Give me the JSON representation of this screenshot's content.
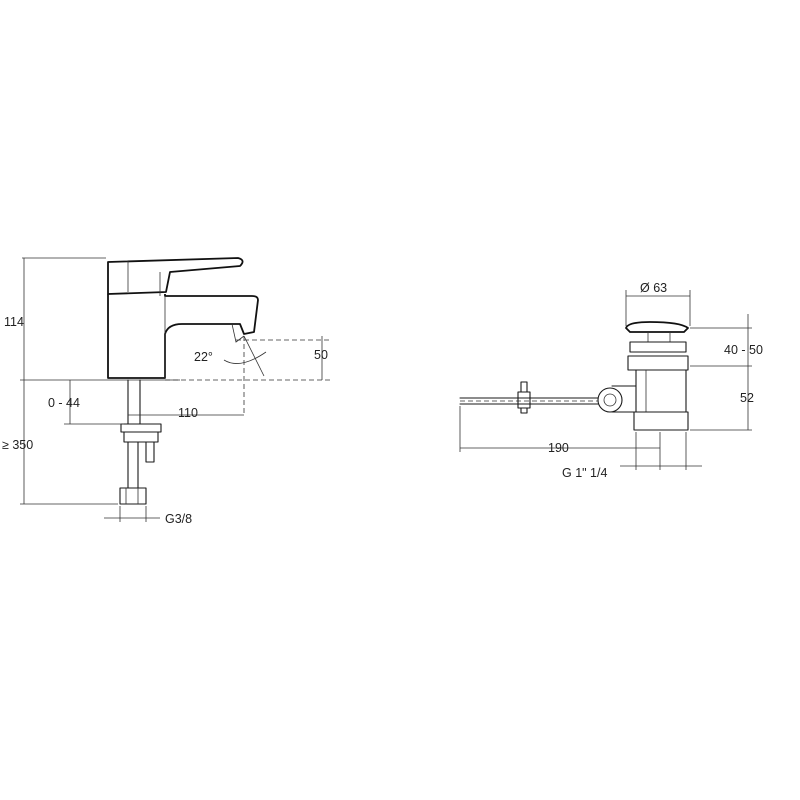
{
  "faucet": {
    "dimensions": {
      "height_total": "114",
      "spout_drop": "50",
      "angle": "22°",
      "spout_reach": "110",
      "deck_thickness": "0 - 44",
      "hose_length": "≥ 350",
      "thread": "G3/8"
    }
  },
  "waste": {
    "dimensions": {
      "diameter": "Ø 63",
      "plug_height": "40 - 50",
      "body_height": "52",
      "rod_length": "190",
      "thread": "G 1\" 1/4"
    }
  }
}
